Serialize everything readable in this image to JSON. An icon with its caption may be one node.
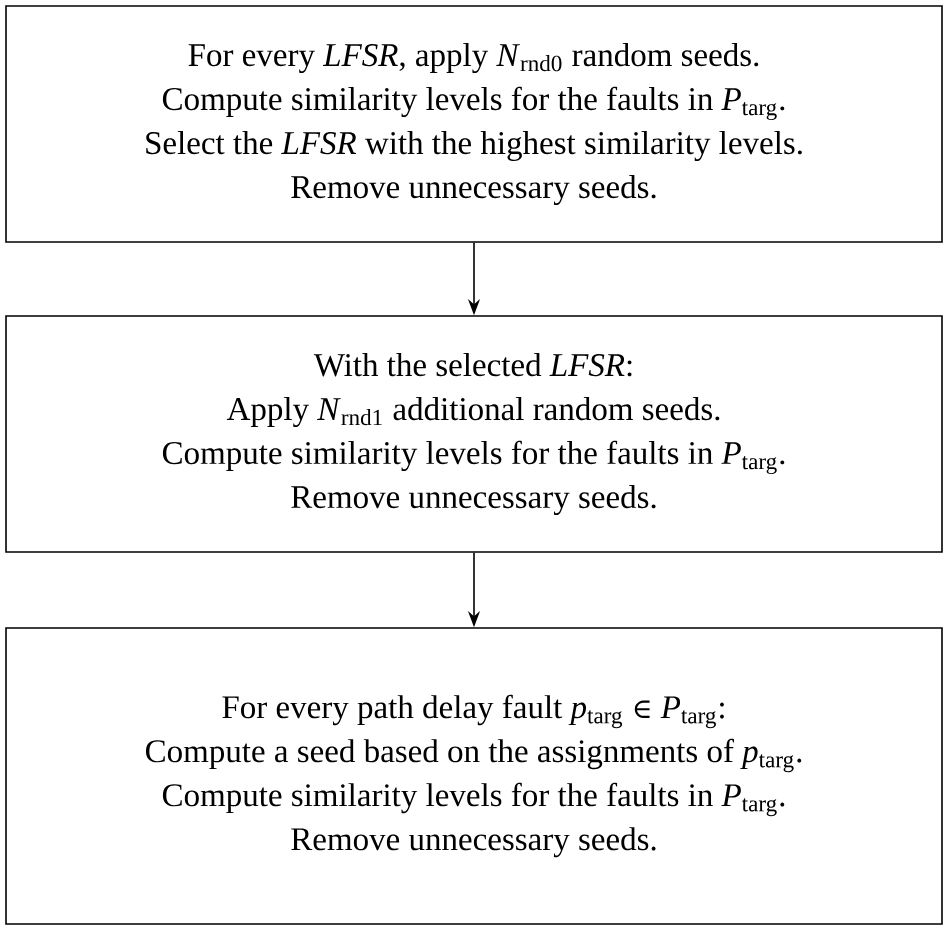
{
  "diagram": {
    "nodes": [
      {
        "text": [
          "For every *LFSR*, apply *N*$_{rnd0}$ random seeds.",
          "Compute similarity levels for the faults in *P*$_{targ}$.",
          "Select the *LFSR* with the highest similarity levels.",
          "Remove unnecessary seeds."
        ]
      },
      {
        "text": [
          "With the selected *LFSR*:",
          "Apply *N*$_{rnd1}$ additional random seeds.",
          "Compute similarity levels for the faults in *P*$_{targ}$.",
          "Remove unnecessary seeds."
        ]
      },
      {
        "text": [
          "For every path delay fault *p*$_{targ}$ ∈ *P*$_{targ}$:",
          "Compute a seed based on the assignments of *p*$_{targ}$.",
          "Compute similarity levels for the faults in *P*$_{targ}$.",
          "Remove unnecessary seeds."
        ]
      }
    ],
    "edges": [
      {
        "from": 0,
        "to": 1,
        "arrow": "to"
      },
      {
        "from": 1,
        "to": 2,
        "arrow": "to"
      }
    ]
  }
}
